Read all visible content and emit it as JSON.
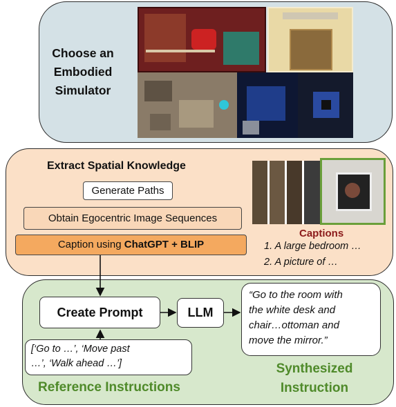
{
  "simulator": {
    "label_lines": [
      "Choose an",
      "Embodied",
      "Simulator"
    ]
  },
  "extract": {
    "title": "Extract Spatial Knowledge",
    "generate_paths": "Generate Paths",
    "obtain_sequences": "Obtain Egocentric Image Sequences",
    "caption_prefix": "Caption using ",
    "caption_bold": "ChatGPT + BLIP",
    "captions_title": "Captions",
    "caption_items": [
      "1. A large bedroom …",
      "2. A picture of …"
    ]
  },
  "synthesis": {
    "create_prompt": "Create Prompt",
    "llm": "LLM",
    "output_lines": [
      "“Go to the room with",
      "the white desk and",
      "chair…ottoman and",
      "move the mirror.”"
    ],
    "reference_lines": [
      "[‘Go to …’, ‘Move past",
      "…’, ‘Walk ahead …’]"
    ],
    "reference_title": "Reference Instructions",
    "synthesized_lines": [
      "Synthesized",
      "Instruction"
    ]
  },
  "colors": {
    "panel_blue": "#d4e1e6",
    "panel_orange": "#fbe0c7",
    "panel_green": "#d7e8cc",
    "button_light": "#f9d7b8",
    "button_dark": "#f4a95f",
    "green_text": "#4f8a2a",
    "caption_red": "#8b1a1a",
    "image_frame_green": "#6a9f3a"
  }
}
